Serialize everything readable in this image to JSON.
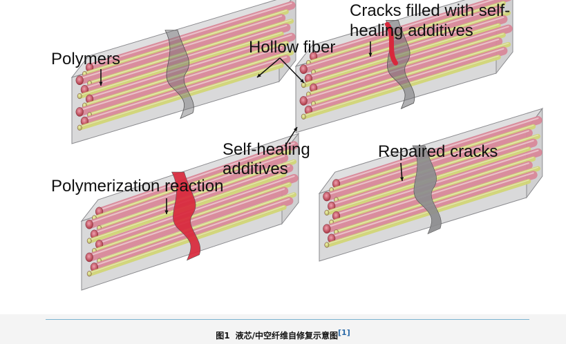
{
  "labels": {
    "polymers": "Polymers",
    "hollow_fiber": "Hollow fiber",
    "cracks_filled_line1": "Cracks filled with self-",
    "cracks_filled_line2": "healing additives",
    "self_healing_line1": "Self-healing",
    "self_healing_line2": "additives",
    "polymerization": "Polymerization reaction",
    "repaired": "Repaired cracks"
  },
  "caption": {
    "number": "图1",
    "text": "液芯/中空纤维自修复示意图",
    "ref": "[1]"
  },
  "colors": {
    "box_fill": "#b9b9bb",
    "box_edge": "#8a8a8e",
    "fiber_pink": "#d9899a",
    "fiber_yellow": "#d2d678",
    "crack_red": "#d8283c",
    "crack_gray": "#8c8c8e",
    "caption_rule": "#7ab3cf"
  }
}
